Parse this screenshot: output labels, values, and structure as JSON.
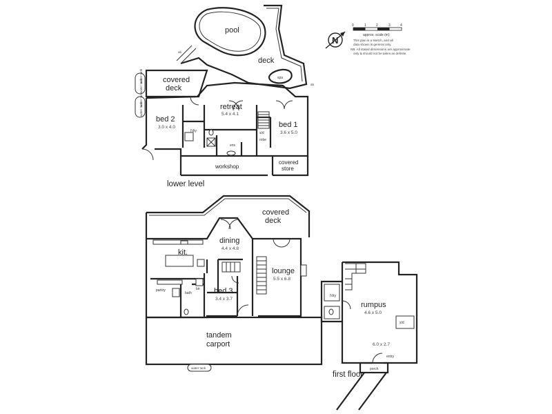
{
  "compass": {
    "letter": "N"
  },
  "scale": {
    "ticks": [
      "0",
      "1",
      "2",
      "3",
      "4"
    ],
    "caption": "approx. scale (m)",
    "notes": [
      "This plan is a sketch, and all",
      "data shown is general only.",
      "NB. All stated dimensions are approximate",
      "only & should not be taken as definite."
    ]
  },
  "lower_level": {
    "section_label": "lower level",
    "pool": "pool",
    "deck": "deck",
    "spa": "spa",
    "covered_deck_line1": "covered",
    "covered_deck_line2": "deck",
    "retreat": {
      "name": "retreat",
      "dims": "5.4 x 4.1"
    },
    "bed2": {
      "name": "bed 2",
      "dims": "3.0 x 4.0"
    },
    "bed1": {
      "name": "bed 1",
      "dims": "3.6 x 5.0"
    },
    "ens": "ens",
    "lndry": "l'dry",
    "sd": "s/d",
    "robe": "robe",
    "workshop": "workshop",
    "covered_store_line1": "covered",
    "covered_store_line2": "store",
    "tank_labels": [
      "water tank",
      "water tank",
      "water tank",
      "water tank"
    ],
    "levels": [
      "ab",
      "ab"
    ]
  },
  "ground_level": {
    "covered_deck_line1": "covered",
    "covered_deck_line2": "deck",
    "dining": {
      "name": "dining",
      "dims": "4.4 x 4.8"
    },
    "kit": "kit.",
    "lounge": {
      "name": "lounge",
      "dims": "5.5 x 6.8"
    },
    "bed3": {
      "name": "bed 3",
      "dims": "3.4 x 3.7"
    },
    "bath": "bath",
    "pantry": "pantry",
    "bir": "bir",
    "carport_line1": "tandem",
    "carport_line2": "carport",
    "water_tank": "water tank"
  },
  "first_floor": {
    "section_label": "first floor",
    "rumpus": {
      "name": "rumpus",
      "dims": "4.6 x 5.0",
      "dims2": "6.0 x 2.7"
    },
    "lndry": "l'dry",
    "entry": "entry",
    "porch": "porch",
    "sd": "s/d"
  }
}
